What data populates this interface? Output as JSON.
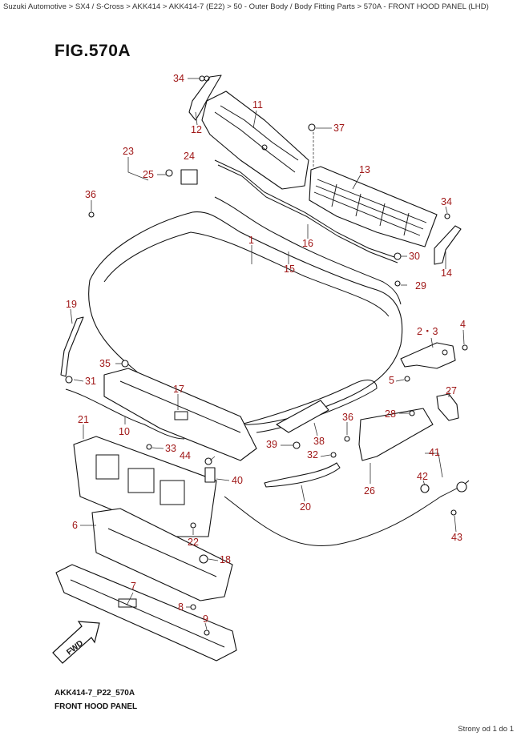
{
  "breadcrumb": "Suzuki Automotive > SX4 / S-Cross > AKK414 > AKK414-7 (E22) > 50 - Outer Body / Body Fitting Parts > 570A - FRONT HOOD PANEL (LHD)",
  "figure_title": "FIG.570A",
  "footer_code": "AKK414-7_P22_570A",
  "footer_name": "FRONT HOOD PANEL",
  "page_count": "Strony od 1 do 1",
  "fwd_label": "FWD",
  "colors": {
    "callout": "#a01818",
    "line": "#111111"
  },
  "callouts": [
    {
      "id": "c34a",
      "label": "34"
    },
    {
      "id": "c11",
      "label": "11"
    },
    {
      "id": "c12",
      "label": "12"
    },
    {
      "id": "c37",
      "label": "37"
    },
    {
      "id": "c23",
      "label": "23"
    },
    {
      "id": "c24",
      "label": "24"
    },
    {
      "id": "c25",
      "label": "25"
    },
    {
      "id": "c13",
      "label": "13"
    },
    {
      "id": "c36a",
      "label": "36"
    },
    {
      "id": "c34b",
      "label": "34"
    },
    {
      "id": "c16",
      "label": "16"
    },
    {
      "id": "c1",
      "label": "1"
    },
    {
      "id": "c30",
      "label": "30"
    },
    {
      "id": "c15",
      "label": "15"
    },
    {
      "id": "c14",
      "label": "14"
    },
    {
      "id": "c29",
      "label": "29"
    },
    {
      "id": "c19",
      "label": "19"
    },
    {
      "id": "c4",
      "label": "4"
    },
    {
      "id": "c23b",
      "label": "2・3"
    },
    {
      "id": "c35",
      "label": "35"
    },
    {
      "id": "c31",
      "label": "31"
    },
    {
      "id": "c5",
      "label": "5"
    },
    {
      "id": "c17",
      "label": "17"
    },
    {
      "id": "c27",
      "label": "27"
    },
    {
      "id": "c28",
      "label": "28"
    },
    {
      "id": "c10",
      "label": "10"
    },
    {
      "id": "c36b",
      "label": "36"
    },
    {
      "id": "c21",
      "label": "21"
    },
    {
      "id": "c33",
      "label": "33"
    },
    {
      "id": "c39",
      "label": "39"
    },
    {
      "id": "c38",
      "label": "38"
    },
    {
      "id": "c44",
      "label": "44"
    },
    {
      "id": "c32",
      "label": "32"
    },
    {
      "id": "c41",
      "label": "41"
    },
    {
      "id": "c40",
      "label": "40"
    },
    {
      "id": "c42",
      "label": "42"
    },
    {
      "id": "c26",
      "label": "26"
    },
    {
      "id": "c20",
      "label": "20"
    },
    {
      "id": "c6",
      "label": "6"
    },
    {
      "id": "c22",
      "label": "22"
    },
    {
      "id": "c43",
      "label": "43"
    },
    {
      "id": "c18",
      "label": "18"
    },
    {
      "id": "c7",
      "label": "7"
    },
    {
      "id": "c8",
      "label": "8"
    },
    {
      "id": "c9",
      "label": "9"
    }
  ]
}
